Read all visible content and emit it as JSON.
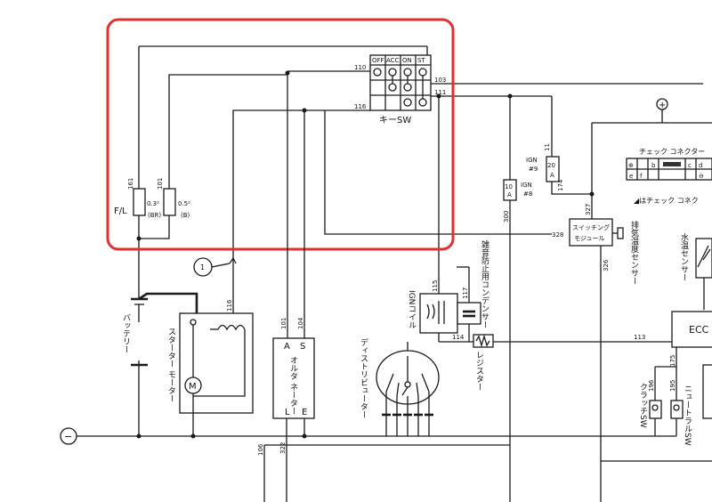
{
  "wires": {
    "w161": "161",
    "w101": "101",
    "w110": "110",
    "w103": "103",
    "w111": "111",
    "w116": "116",
    "w116b": "116",
    "w101b": "101",
    "w104": "104",
    "w115": "115",
    "w117": "117",
    "w114": "114",
    "w113": "113",
    "w328": "328",
    "w327": "327",
    "w326": "326",
    "w174": "174",
    "w300": "300",
    "w11": "11",
    "w322": "322",
    "w106": "106",
    "w175": "175",
    "w196": "196",
    "w195": "195"
  },
  "key_switch": {
    "headers": [
      "OFF",
      "ACC",
      "ON",
      "ST"
    ],
    "label": "キーSW"
  },
  "fusible_link": {
    "label": "F/L",
    "left_rating": "0.3²",
    "left_color": "(BR)",
    "right_rating": "0.5²",
    "right_color": "(B)"
  },
  "fuses": {
    "ign9_label": "IGN",
    "ign9_num": "#9",
    "ign9_amp": "20",
    "ign9_unit": "A",
    "ign8_label": "IGN",
    "ign8_num": "#8",
    "ign8_amp": "10",
    "ign8_unit": "A"
  },
  "components": {
    "battery": "バッテリー",
    "starter_motor": "スターター モーター",
    "motor_symbol": "M",
    "marker_1": "1",
    "alternator": "オルタ ネーター",
    "alt_A": "A",
    "alt_S": "S",
    "alt_L": "L",
    "alt_E": "E",
    "ign_coil": "IGNコイル",
    "noise_capacitor": "雑音防止用コンデンサー",
    "resistor": "レジスター",
    "distributor": "ディストリビューター",
    "switching_module_1": "スイッチング",
    "switching_module_2": "モジュール",
    "exhaust_sensor": "排気温度センサー",
    "water_temp_sensor": "水温センサー",
    "clutch_sw": "クラッチSW",
    "neutral_sw": "ニュートラルSW",
    "ecu": "ECC",
    "check_connector_title": "チェック コネクター",
    "check_note": "◢はチェック コネク",
    "check_top": [
      "⊕",
      "b",
      "",
      "c",
      "d"
    ],
    "check_bottom": [
      "e",
      "f",
      "",
      "",
      "",
      "⊖"
    ],
    "ground_symbol": "−",
    "plus_symbol": "+"
  },
  "highlight_color": "#e03030"
}
